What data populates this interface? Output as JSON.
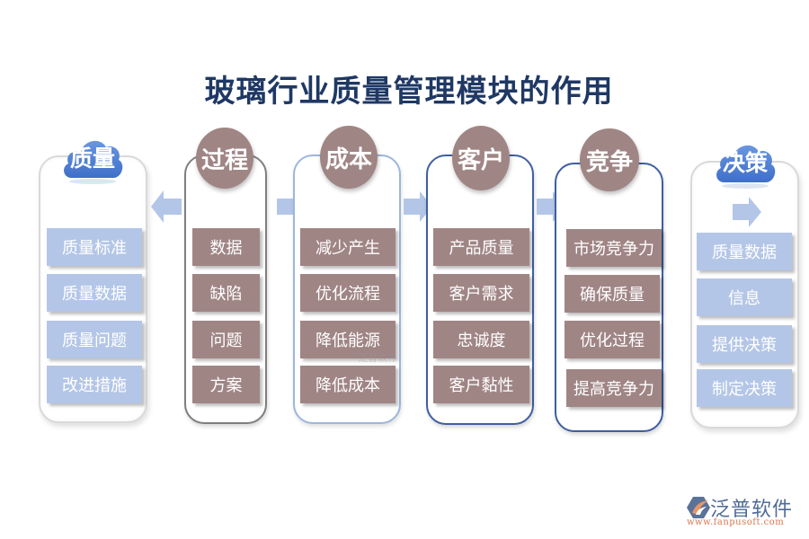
{
  "title": "玻璃行业质量管理模块的作用",
  "columns": [
    {
      "id": "quality",
      "header": "质量",
      "header_style": "cloud",
      "items": [
        "质量标准",
        "质量数据",
        "质量问题",
        "改进措施"
      ]
    },
    {
      "id": "process",
      "header": "过程",
      "header_style": "circle",
      "items": [
        "数据",
        "缺陷",
        "问题",
        "方案"
      ]
    },
    {
      "id": "cost",
      "header": "成本",
      "header_style": "circle",
      "items": [
        "减少产生",
        "优化流程",
        "降低能源",
        "降低成本"
      ]
    },
    {
      "id": "customer",
      "header": "客户",
      "header_style": "circle",
      "items": [
        "产品质量",
        "客户需求",
        "忠诚度",
        "客户黏性"
      ]
    },
    {
      "id": "competition",
      "header": "竞争",
      "header_style": "circle",
      "items": [
        "市场竞争力",
        "确保质量",
        "优化过程",
        "提高竞争力"
      ]
    },
    {
      "id": "decision",
      "header": "决策",
      "header_style": "cloud",
      "items": [
        "质量数据",
        "信息",
        "提供决策",
        "制定决策"
      ]
    }
  ],
  "arrows": [
    {
      "from": "process",
      "to": "quality",
      "direction": "left"
    },
    {
      "from": "process",
      "to": "cost",
      "direction": "right"
    },
    {
      "from": "cost",
      "to": "customer",
      "direction": "right"
    },
    {
      "from": "customer",
      "to": "competition",
      "direction": "right"
    },
    {
      "from": "decision",
      "to": "decision-items",
      "direction": "right"
    }
  ],
  "colors": {
    "title": "#1f3864",
    "cloud": "#4f81d6",
    "circle": "#a08585",
    "item_brown": "#a08585",
    "item_blue": "#b4c6e7",
    "arrow": "#b4c6e7"
  },
  "watermark": "泛普软件",
  "logo": {
    "name": "泛普软件",
    "url": "www.fanpusoft.com"
  }
}
